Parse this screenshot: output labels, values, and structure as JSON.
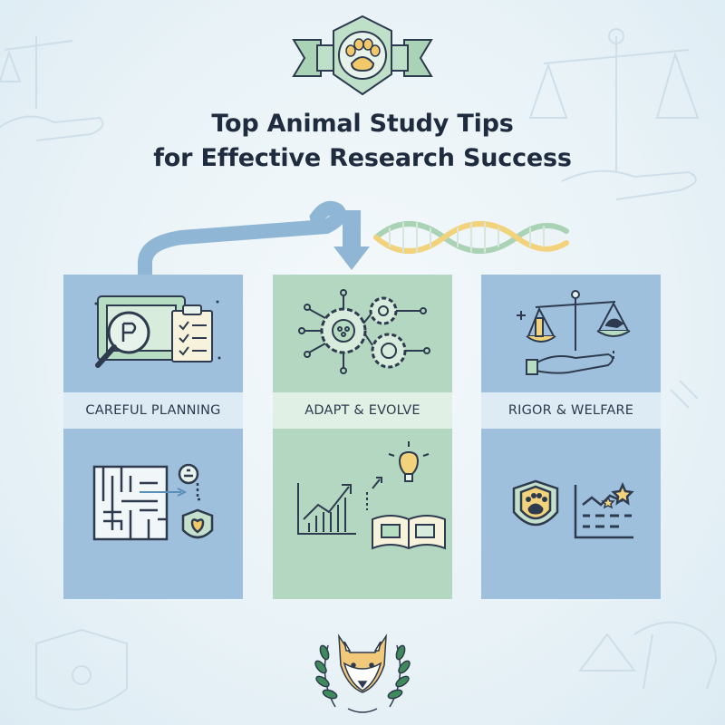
{
  "title": {
    "line1": "Top Animal Study Tips",
    "line2": "for Effective Research Success"
  },
  "cards": [
    {
      "label": "CAREFUL PLANNING",
      "top_icon": "research-plan-icon",
      "bottom_icon": "maze-icon"
    },
    {
      "label": "ADAPT & EVOLVE",
      "top_icon": "gears-circuit-icon",
      "bottom_icon": "growth-chart-icon"
    },
    {
      "label": "RIGOR & WELFARE",
      "top_icon": "balance-scale-icon",
      "bottom_icon": "paw-shield-icon"
    }
  ],
  "colors": {
    "title": "#1f2b3f",
    "card_blue": "#9ec0dc",
    "card_green": "#b3d7c1",
    "line": "#2e3b4e",
    "accent_yellow": "#f2d27a"
  }
}
